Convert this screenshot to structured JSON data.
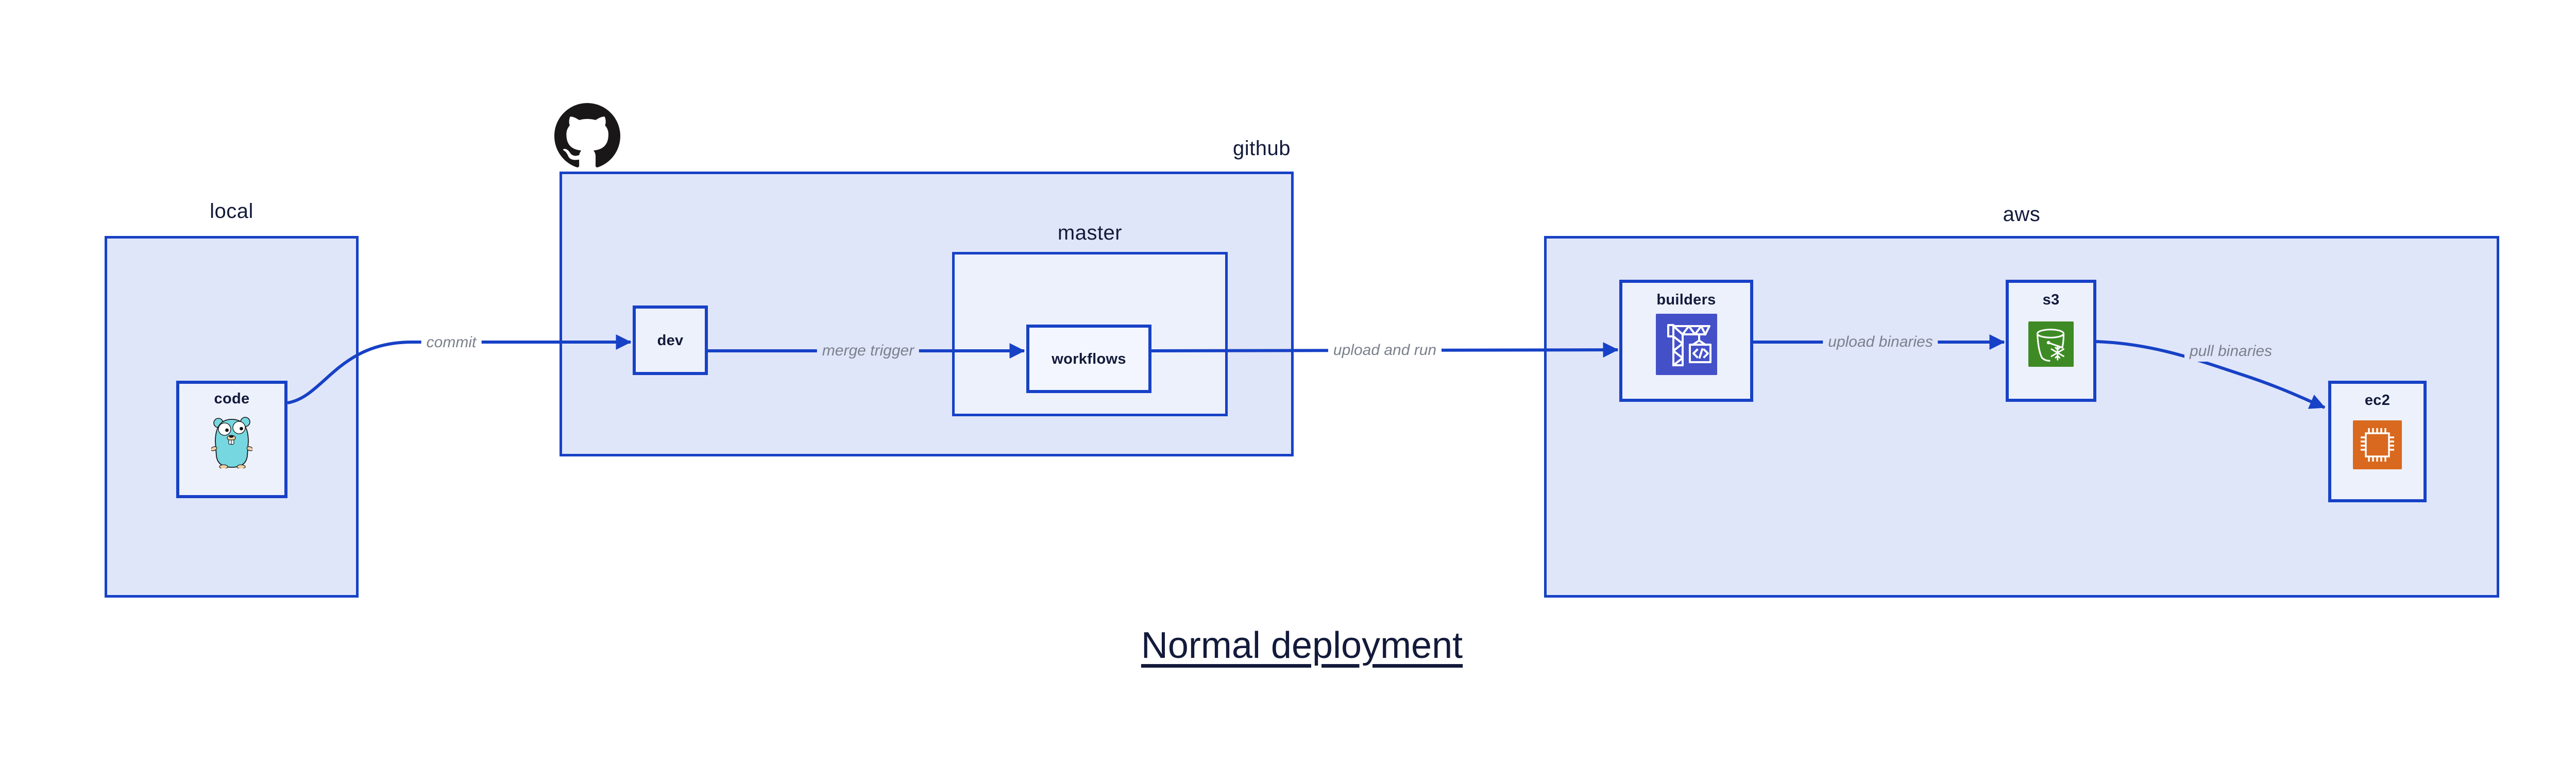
{
  "title": "Normal deployment",
  "groups": {
    "local": {
      "label": "local"
    },
    "github": {
      "label": "github"
    },
    "master": {
      "label": "master"
    },
    "aws": {
      "label": "aws"
    }
  },
  "nodes": {
    "code": {
      "label": "code"
    },
    "dev": {
      "label": "dev"
    },
    "workflows": {
      "label": "workflows"
    },
    "builders": {
      "label": "builders"
    },
    "s3": {
      "label": "s3"
    },
    "ec2": {
      "label": "ec2"
    }
  },
  "edges": {
    "commit": {
      "label": "commit"
    },
    "merge_trigger": {
      "label": "merge trigger"
    },
    "upload_and_run": {
      "label": "upload and run"
    },
    "upload_binaries": {
      "label": "upload binaries"
    },
    "pull_binaries": {
      "label": "pull binaries"
    }
  },
  "icons": {
    "github": "github-octocat-icon",
    "code": "go-gopher-icon",
    "builders": "aws-codebuild-crane-icon",
    "s3": "aws-s3-glacier-bucket-icon",
    "ec2": "aws-ec2-chip-icon"
  },
  "colors": {
    "accent": "#1741c6",
    "canvas_bg": "#ffffff",
    "fill_outer": "#e0e6f9",
    "fill_mid": "#edf1fc",
    "fill_inner": "#f3f6fe",
    "text_dark": "#131a3a",
    "text_gray": "#7b808c",
    "codebuild_indigo": "#4450c8",
    "s3_green": "#3e8b26",
    "ec2_orange": "#d9691e",
    "octocat_black": "#191717",
    "gopher_teal": "#76d7e0",
    "gopher_tan": "#f2d1a4"
  }
}
